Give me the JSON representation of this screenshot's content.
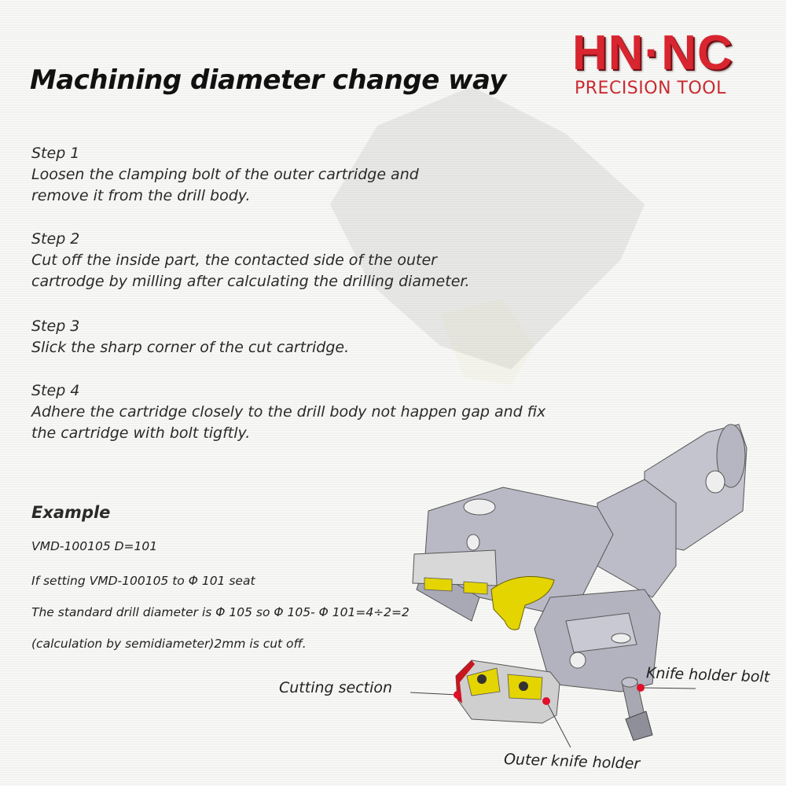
{
  "logo": {
    "brand": "HN·NC",
    "tagline": "PRECISION TOOL",
    "brand_color": "#d8252f"
  },
  "title": "Machining diameter change way",
  "steps": [
    {
      "label": "Step 1",
      "text_lines": [
        "Loosen the clamping bolt of the outer cartridge and",
        "remove it from the drill body."
      ]
    },
    {
      "label": "Step 2",
      "text_lines": [
        "Cut off the inside part, the contacted side of the outer",
        "cartrodge by milling after calculating the drilling diameter."
      ]
    },
    {
      "label": "Step 3",
      "text_lines": [
        "Slick the sharp corner of the cut cartridge."
      ]
    },
    {
      "label": "Step 4",
      "text_lines": [
        "Adhere the cartridge closely to the drill body not happen gap and fix",
        "the cartridge with bolt tigftly."
      ]
    }
  ],
  "example": {
    "heading": "Example",
    "lines": [
      "VMD-100105  D=101",
      "If setting VMD-100105 to Φ 101 seat",
      "The standard drill diameter is Φ 105 so Φ 105- Φ 101=4÷2=2",
      "(calculation by semidiameter)2mm is cut off."
    ]
  },
  "diagram": {
    "callouts": {
      "cutting_section": "Cutting section",
      "knife_holder_bolt": "Knife holder bolt",
      "outer_knife_holder": "Outer knife holder"
    },
    "colors": {
      "body": "#b9b9c4",
      "insert": "#e4d400",
      "marker": "#e0102a",
      "cut_edge": "#c8161e"
    }
  }
}
